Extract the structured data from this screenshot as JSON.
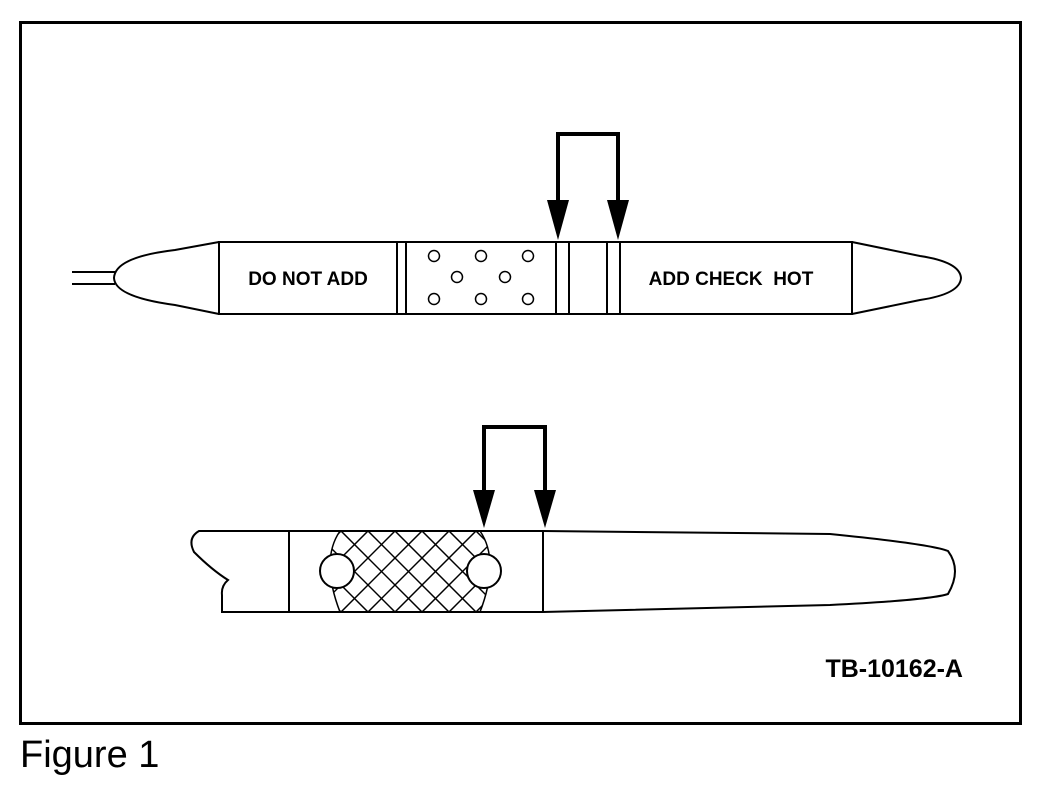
{
  "upper_dipstick": {
    "left_label": "DO NOT ADD",
    "right_label": "ADD CHECK  HOT"
  },
  "reference_code": "TB-10162-A",
  "caption": "Figure 1"
}
